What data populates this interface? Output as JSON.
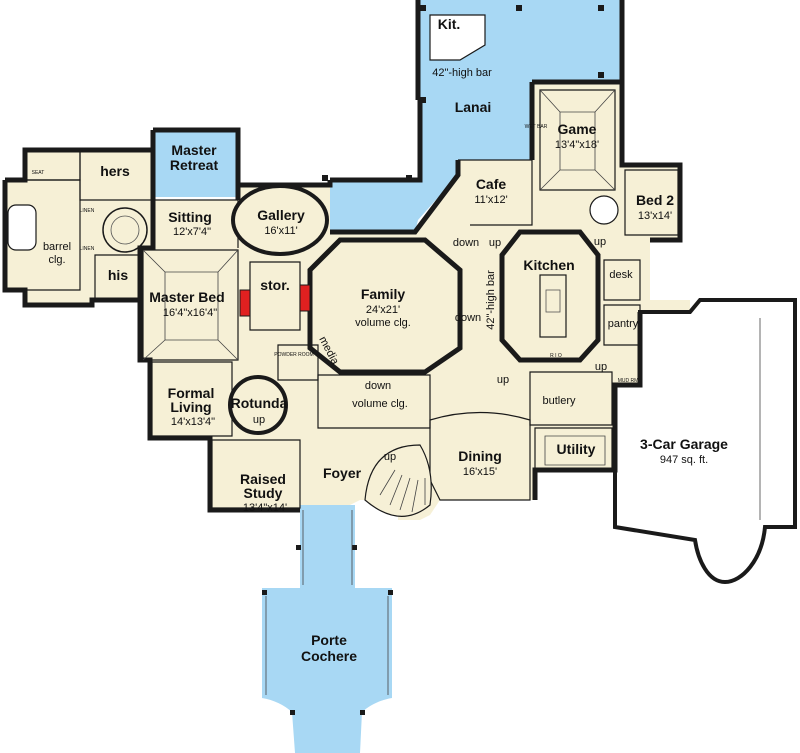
{
  "colors": {
    "interior": "#f6f0d6",
    "exterior": "#a8d8f4",
    "garage": "#ffffff",
    "wall": "#1a1a1a",
    "fireplace": "#e02020"
  },
  "rooms": {
    "kit": {
      "name": "Kit.",
      "note": "42\"-high bar"
    },
    "lanai": {
      "name": "Lanai"
    },
    "game": {
      "name": "Game",
      "dim": "13'4\"x18'"
    },
    "cafe": {
      "name": "Cafe",
      "dim": "11'x12'"
    },
    "bed2": {
      "name": "Bed 2",
      "dim": "13'x14'"
    },
    "master_retreat": {
      "name_line1": "Master",
      "name_line2": "Retreat"
    },
    "hers": {
      "name": "hers"
    },
    "his": {
      "name": "his"
    },
    "barrel": {
      "line1": "barrel",
      "line2": "clg."
    },
    "sitting": {
      "name": "Sitting",
      "dim": "12'x7'4\""
    },
    "gallery": {
      "name": "Gallery",
      "dim": "16'x11'"
    },
    "master_bed": {
      "name": "Master Bed",
      "dim": "16'4\"x16'4\""
    },
    "stor": {
      "name": "stor."
    },
    "family": {
      "name": "Family",
      "dim": "24'x21'",
      "note": "volume clg."
    },
    "kitchen": {
      "name": "Kitchen",
      "note": "42\"-high bar"
    },
    "desk": {
      "name": "desk"
    },
    "pantry": {
      "name": "pantry"
    },
    "media": {
      "name": "media"
    },
    "formal_living": {
      "name_line1": "Formal",
      "name_line2": "Living",
      "dim": "14'x13'4\""
    },
    "rotunda": {
      "name": "Rotunda",
      "up": "up"
    },
    "volume_clg": {
      "note": "volume clg.",
      "down": "down"
    },
    "butlery": {
      "name": "butlery"
    },
    "utility": {
      "name": "Utility"
    },
    "dining": {
      "name": "Dining",
      "dim": "16'x15'"
    },
    "garage": {
      "name": "3-Car Garage",
      "dim": "947 sq. ft."
    },
    "foyer": {
      "name": "Foyer",
      "up": "up"
    },
    "raised_study": {
      "name_line1": "Raised",
      "name_line2": "Study",
      "dim": "13'4\"x14'"
    },
    "porte_cochere": {
      "name_line1": "Porte",
      "name_line2": "Cochere"
    }
  },
  "stair_labels": {
    "cafe_down": "down",
    "cafe_up": "up",
    "family_down": "down",
    "kitchen_up": "up",
    "pantry_up": "up",
    "bed2_up": "up"
  },
  "small_labels": {
    "linen1": "LINEN",
    "linen2": "LINEN",
    "seat": "SEAT",
    "powder": "POWDER ROOM",
    "wet_bar": "WET BAR",
    "mud_rm": "MUD RM",
    "ri": "R I O"
  }
}
